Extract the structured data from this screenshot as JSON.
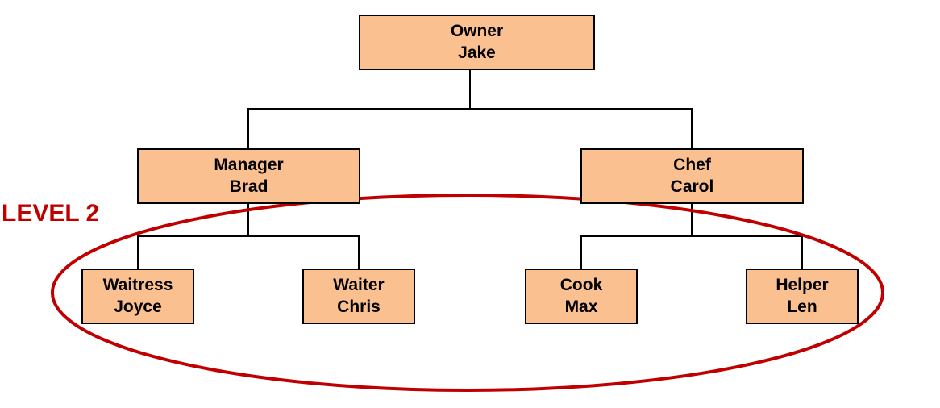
{
  "diagram": {
    "type": "org-chart",
    "annotation": {
      "label": "LEVEL 2",
      "color": "#C00000",
      "shape": "ellipse",
      "circled_level": 2
    },
    "colors": {
      "box_fill": "#FAC090",
      "box_border": "#000000",
      "connector": "#000000",
      "highlight": "#C00000",
      "background": "#FFFFFF",
      "text": "#000000"
    },
    "nodes": [
      {
        "id": "owner",
        "role": "Owner",
        "name": "Jake",
        "level": 0,
        "parent": null
      },
      {
        "id": "manager",
        "role": "Manager",
        "name": "Brad",
        "level": 1,
        "parent": "owner"
      },
      {
        "id": "chef",
        "role": "Chef",
        "name": "Carol",
        "level": 1,
        "parent": "owner"
      },
      {
        "id": "waitress",
        "role": "Waitress",
        "name": "Joyce",
        "level": 2,
        "parent": "manager"
      },
      {
        "id": "waiter",
        "role": "Waiter",
        "name": "Chris",
        "level": 2,
        "parent": "manager"
      },
      {
        "id": "cook",
        "role": "Cook",
        "name": "Max",
        "level": 2,
        "parent": "chef"
      },
      {
        "id": "helper",
        "role": "Helper",
        "name": "Len",
        "level": 2,
        "parent": "chef"
      }
    ]
  }
}
